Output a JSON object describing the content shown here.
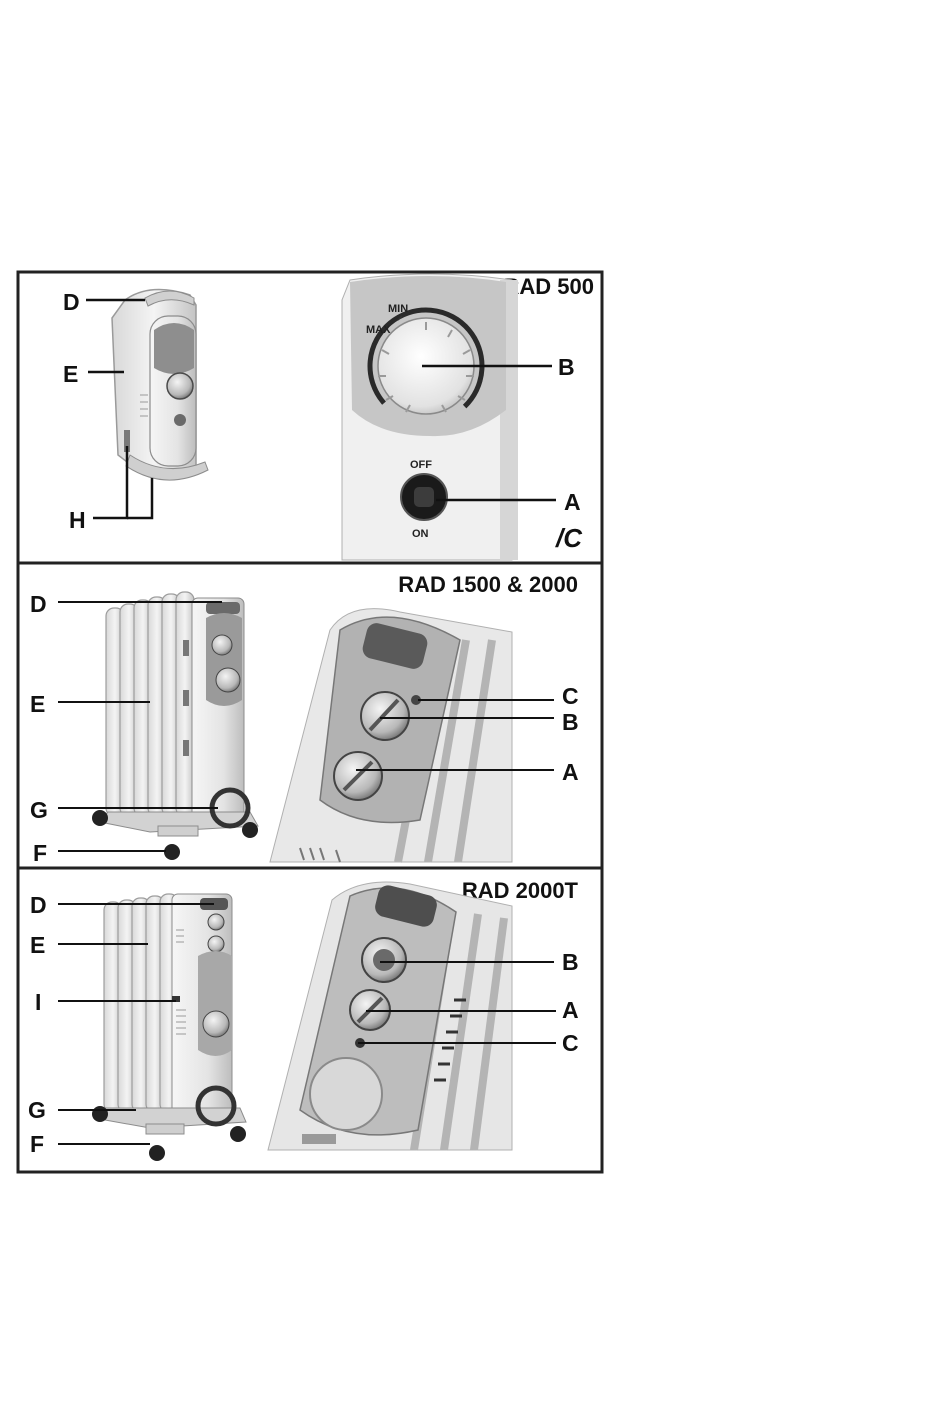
{
  "panels": [
    {
      "model": "RAD 500",
      "labels_left": [
        "D",
        "E",
        "H"
      ],
      "labels_right": [
        "B",
        "A"
      ],
      "corner_mark": "/C",
      "dial_text": {
        "min": "MIN",
        "max": "MAX"
      },
      "switch_text": {
        "off": "OFF",
        "on": "ON"
      }
    },
    {
      "model": "RAD 1500 & 2000",
      "labels_left": [
        "D",
        "E",
        "G",
        "F"
      ],
      "labels_right": [
        "C",
        "B",
        "A"
      ]
    },
    {
      "model": "RAD 2000T",
      "labels_left": [
        "D",
        "E",
        "I",
        "G",
        "F"
      ],
      "labels_right": [
        "B",
        "A",
        "C"
      ]
    }
  ],
  "colors": {
    "frame": "#222222",
    "body_light": "#ececec",
    "body_mid": "#bdbdbd",
    "body_dark": "#7a7a7a",
    "ink": "#111111"
  }
}
